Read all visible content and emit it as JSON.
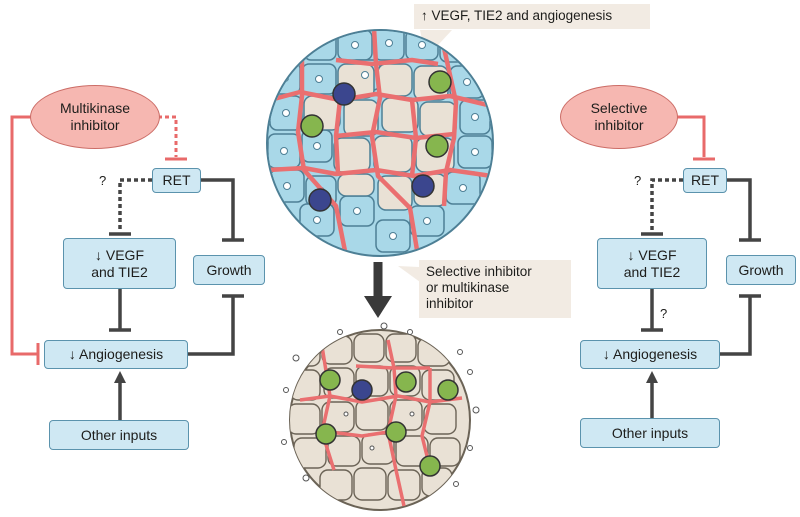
{
  "top_note": "↑ VEGF, TIE2 and angiogenesis",
  "middle_note": {
    "line1": "Selective inhibitor",
    "line2": "or multikinase",
    "line3": "inhibitor"
  },
  "left_panel": {
    "drug_line1": "Multikinase",
    "drug_line2": "inhibitor",
    "ret": "RET",
    "vegf_line1": "↓ VEGF",
    "vegf_line2": "and TIE2",
    "growth": "Growth",
    "angiogenesis": "↓ Angiogenesis",
    "other_inputs": "Other inputs",
    "question": "?"
  },
  "right_panel": {
    "drug_line1": "Selective",
    "drug_line2": "inhibitor",
    "ret": "RET",
    "vegf_line1": "↓ VEGF",
    "vegf_line2": "and TIE2",
    "growth": "Growth",
    "angiogenesis": "↓ Angiogenesis",
    "other_inputs": "Other inputs",
    "question_top": "?",
    "question_mid": "?"
  },
  "colors": {
    "box_fill": "#cfe8f3",
    "drug_fill": "#f6b7b1",
    "inhibit_line": "#e86a6a",
    "vessel": "#ea6f70",
    "tumour_cell": "#a9d8e8",
    "stromal_cell": "#e9e1d5",
    "green_cell": "#86b64e",
    "dark_cell": "#3b468e"
  }
}
